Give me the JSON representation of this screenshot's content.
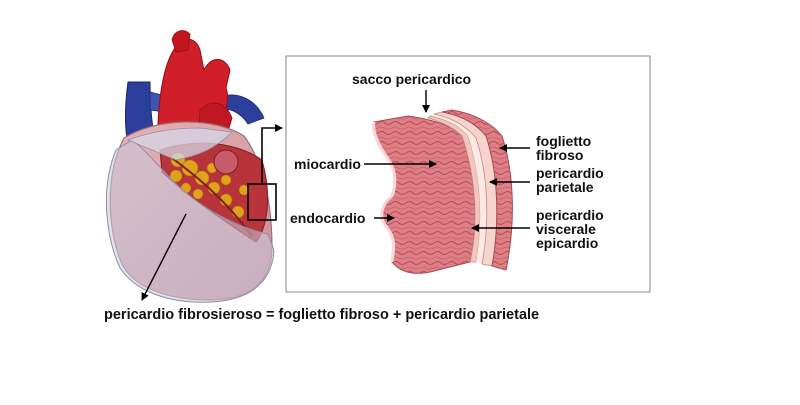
{
  "labels": {
    "sacco_pericardico": "sacco pericardico",
    "miocardio": "miocardio",
    "endocardio": "endocardio",
    "foglietto_fibroso": [
      "foglietto",
      "fibroso"
    ],
    "pericardio_parietale": [
      "pericardio",
      "parietale"
    ],
    "pericardio_viscerale": [
      "pericardio",
      "viscerale",
      "epicardio"
    ]
  },
  "caption": "pericardio fibrosieroso = foglietto fibroso + pericardio parietale",
  "colors": {
    "aorta": "#d01f28",
    "vena": "#2c3f9a",
    "myocardium": "#dd7f84",
    "fat": "#e0a21a",
    "sac": "#c8c9dc",
    "serous": "#f0c6be",
    "frame": "#8a8a8a"
  }
}
